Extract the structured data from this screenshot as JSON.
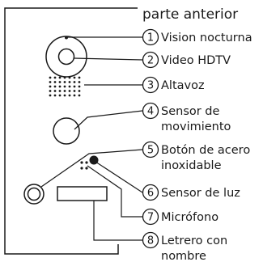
{
  "title": "parte anterior",
  "callouts": [
    {
      "number": "1",
      "lines": [
        "Vision nocturna"
      ]
    },
    {
      "number": "2",
      "lines": [
        "Video HDTV"
      ]
    },
    {
      "number": "3",
      "lines": [
        "Altavoz"
      ]
    },
    {
      "number": "4",
      "lines": [
        "Sensor de",
        "movimiento"
      ]
    },
    {
      "number": "5",
      "lines": [
        "Botón de acero",
        "inoxidable"
      ]
    },
    {
      "number": "6",
      "lines": [
        "Sensor de luz"
      ]
    },
    {
      "number": "7",
      "lines": [
        "Micrófono"
      ]
    },
    {
      "number": "8",
      "lines": [
        "Letrero con",
        "nombre"
      ]
    }
  ]
}
